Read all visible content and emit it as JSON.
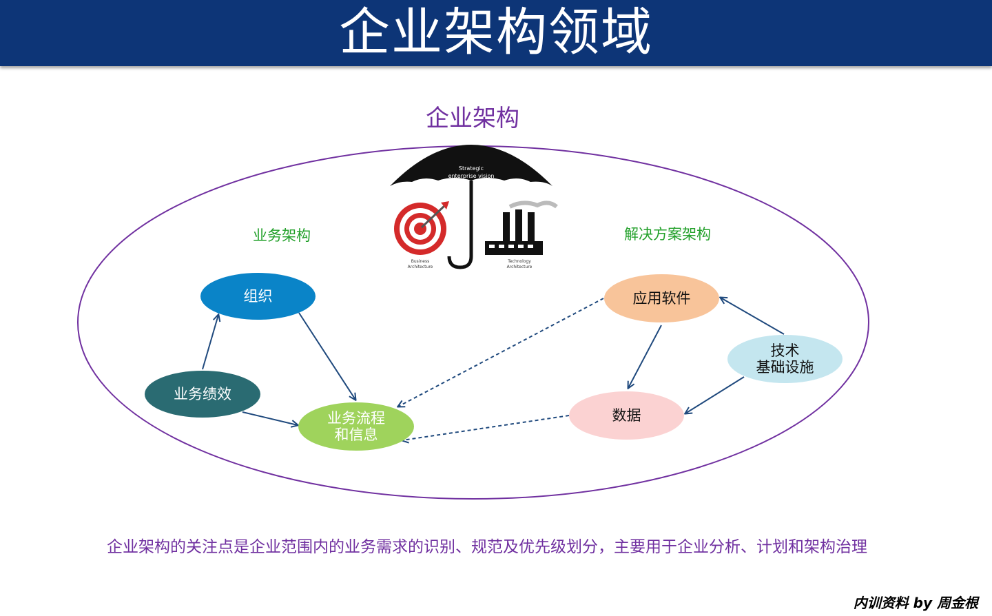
{
  "header": {
    "title": "企业架构领域"
  },
  "diagram": {
    "title": "企业架构",
    "groups": {
      "business": "业务架构",
      "solution": "解决方案架构"
    },
    "nodes": {
      "organization": "组织",
      "business_performance": "业务绩效",
      "business_process": "业务流程\n和信息",
      "application_software": "应用软件",
      "tech_infrastructure": "技术\n基础设施",
      "data": "数据"
    },
    "umbrella_image": {
      "canopy_text": "Strategic\nenterprise vision",
      "left_caption": "Business\nArchitecture",
      "right_caption": "Technology\nArchitecture"
    },
    "colors": {
      "organization": "#0a84c8",
      "business_performance": "#2a6b72",
      "business_process": "#9fd35c",
      "application_software": "#f8c49a",
      "tech_infrastructure": "#c4e6ef",
      "data": "#fbd2d2",
      "ellipse_outline": "#7030a0",
      "arrow": "#1f497d"
    }
  },
  "footer": {
    "description": "企业架构的关注点是企业范围内的业务需求的识别、规范及优先级划分，主要用于企业分析、计划和架构治理",
    "credit": "内训资料 by 周金根"
  }
}
